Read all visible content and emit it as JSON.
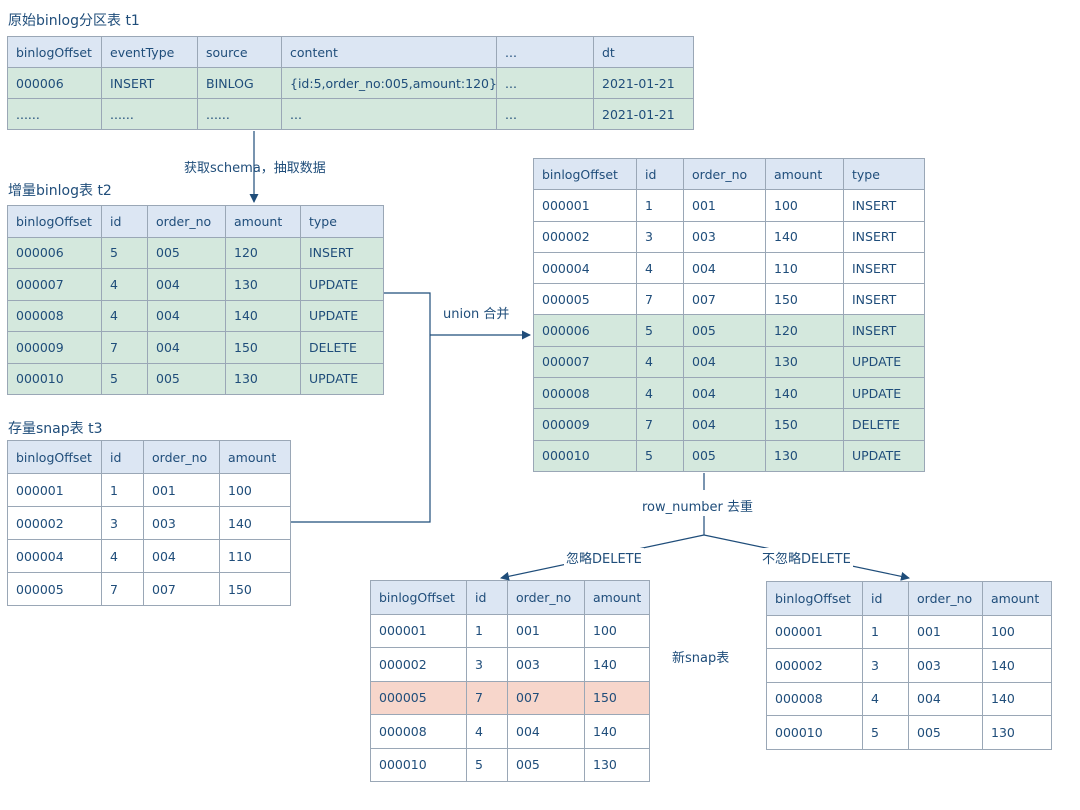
{
  "t1": {
    "title": "原始binlog分区表 t1",
    "headers": [
      "binlogOffset",
      "eventType",
      "source",
      "content",
      "...",
      "dt"
    ],
    "rows": [
      {
        "style": "green",
        "cells": [
          "000006",
          "INSERT",
          "BINLOG",
          "{id:5,order_no:005,amount:120}",
          "...",
          "2021-01-21"
        ]
      },
      {
        "style": "green",
        "cells": [
          "......",
          "......",
          "......",
          "...",
          "...",
          "2021-01-21"
        ]
      }
    ]
  },
  "t2": {
    "title": "增量binlog表 t2",
    "headers": [
      "binlogOffset",
      "id",
      "order_no",
      "amount",
      "type"
    ],
    "rows": [
      {
        "style": "green",
        "cells": [
          "000006",
          "5",
          "005",
          "120",
          "INSERT"
        ]
      },
      {
        "style": "green",
        "cells": [
          "000007",
          "4",
          "004",
          "130",
          "UPDATE"
        ]
      },
      {
        "style": "green",
        "cells": [
          "000008",
          "4",
          "004",
          "140",
          "UPDATE"
        ]
      },
      {
        "style": "green",
        "cells": [
          "000009",
          "7",
          "004",
          "150",
          "DELETE"
        ]
      },
      {
        "style": "green",
        "cells": [
          "000010",
          "5",
          "005",
          "130",
          "UPDATE"
        ]
      }
    ]
  },
  "t3": {
    "title": "存量snap表 t3",
    "headers": [
      "binlogOffset",
      "id",
      "order_no",
      "amount"
    ],
    "rows": [
      {
        "style": "",
        "cells": [
          "000001",
          "1",
          "001",
          "100"
        ]
      },
      {
        "style": "",
        "cells": [
          "000002",
          "3",
          "003",
          "140"
        ]
      },
      {
        "style": "",
        "cells": [
          "000004",
          "4",
          "004",
          "110"
        ]
      },
      {
        "style": "",
        "cells": [
          "000005",
          "7",
          "007",
          "150"
        ]
      }
    ]
  },
  "union_table": {
    "headers": [
      "binlogOffset",
      "id",
      "order_no",
      "amount",
      "type"
    ],
    "rows": [
      {
        "style": "",
        "cells": [
          "000001",
          "1",
          "001",
          "100",
          "INSERT"
        ]
      },
      {
        "style": "",
        "cells": [
          "000002",
          "3",
          "003",
          "140",
          "INSERT"
        ]
      },
      {
        "style": "",
        "cells": [
          "000004",
          "4",
          "004",
          "110",
          "INSERT"
        ]
      },
      {
        "style": "",
        "cells": [
          "000005",
          "7",
          "007",
          "150",
          "INSERT"
        ]
      },
      {
        "style": "green",
        "cells": [
          "000006",
          "5",
          "005",
          "120",
          "INSERT"
        ]
      },
      {
        "style": "green",
        "cells": [
          "000007",
          "4",
          "004",
          "130",
          "UPDATE"
        ]
      },
      {
        "style": "green",
        "cells": [
          "000008",
          "4",
          "004",
          "140",
          "UPDATE"
        ]
      },
      {
        "style": "green",
        "cells": [
          "000009",
          "7",
          "004",
          "150",
          "DELETE"
        ]
      },
      {
        "style": "green",
        "cells": [
          "000010",
          "5",
          "005",
          "130",
          "UPDATE"
        ]
      }
    ]
  },
  "result_ignore": {
    "headers": [
      "binlogOffset",
      "id",
      "order_no",
      "amount"
    ],
    "rows": [
      {
        "style": "",
        "cells": [
          "000001",
          "1",
          "001",
          "100"
        ]
      },
      {
        "style": "",
        "cells": [
          "000002",
          "3",
          "003",
          "140"
        ]
      },
      {
        "style": "pink",
        "cells": [
          "000005",
          "7",
          "007",
          "150"
        ]
      },
      {
        "style": "",
        "cells": [
          "000008",
          "4",
          "004",
          "140"
        ]
      },
      {
        "style": "",
        "cells": [
          "000010",
          "5",
          "005",
          "130"
        ]
      }
    ]
  },
  "result_keep": {
    "headers": [
      "binlogOffset",
      "id",
      "order_no",
      "amount"
    ],
    "rows": [
      {
        "style": "",
        "cells": [
          "000001",
          "1",
          "001",
          "100"
        ]
      },
      {
        "style": "",
        "cells": [
          "000002",
          "3",
          "003",
          "140"
        ]
      },
      {
        "style": "",
        "cells": [
          "000008",
          "4",
          "004",
          "140"
        ]
      },
      {
        "style": "",
        "cells": [
          "000010",
          "5",
          "005",
          "130"
        ]
      }
    ]
  },
  "labels": {
    "extract": "获取schema，抽取数据",
    "union": "union 合并",
    "row_number": "row_number 去重",
    "ignore_delete": "忽略DELETE",
    "keep_delete": "不忽略DELETE",
    "new_snap": "新snap表"
  },
  "colors": {
    "header_bg": "#dce6f3",
    "incremental_row_bg": "#d4e8dd",
    "highlight_row_bg": "#f7d6cb",
    "line": "#1f4d7a"
  }
}
